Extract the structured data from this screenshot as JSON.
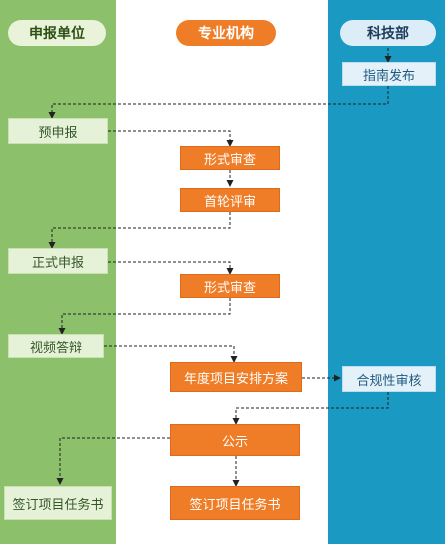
{
  "headers": {
    "left": "申报单位",
    "middle": "专业机构",
    "right": "科技部"
  },
  "steps": {
    "guide_release": "指南发布",
    "pre_application": "预申报",
    "formal_review_1": "形式审查",
    "first_round_review": "首轮评审",
    "formal_application": "正式申报",
    "formal_review_2": "形式审查",
    "video_defense": "视频答辩",
    "annual_plan": "年度项目安排方案",
    "compliance_review": "合规性审核",
    "publicity": "公示",
    "sign_contract_left": "签订项目任务书",
    "sign_contract_mid": "签订项目任务书"
  },
  "colors": {
    "left_column": "#8cc06a",
    "middle_column": "#ffffff",
    "right_column": "#1a9ac3",
    "orange_accent": "#ef7d27"
  }
}
